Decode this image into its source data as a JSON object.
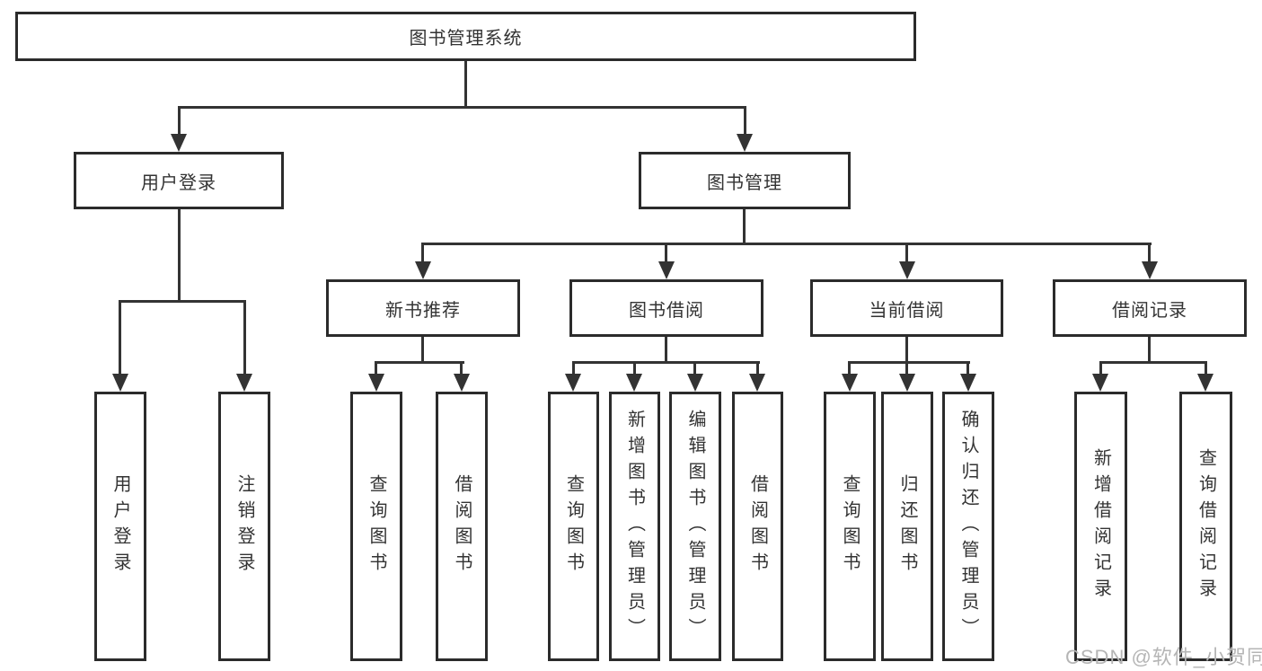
{
  "tree": {
    "root": "图书管理系统",
    "children": [
      {
        "label": "用户登录",
        "children": [
          "用户登录",
          "注销登录"
        ]
      },
      {
        "label": "图书管理",
        "children": [
          {
            "label": "新书推荐",
            "children": [
              "查询图书",
              "借阅图书"
            ]
          },
          {
            "label": "图书借阅",
            "children": [
              "查询图书",
              "新增图书（管理员）",
              "编辑图书（管理员）",
              "借阅图书"
            ]
          },
          {
            "label": "当前借阅",
            "children": [
              "查询图书",
              "归还图书",
              "确认归还（管理员）"
            ]
          },
          {
            "label": "借阅记录",
            "children": [
              "新增借阅记录",
              "查询借阅记录"
            ]
          }
        ]
      }
    ]
  },
  "watermark": {
    "text": "CSDN @软件_小贺同学",
    "color": "#b5b5b5"
  },
  "colors": {
    "background": "#ffffff",
    "box_border": "#2b2b2b",
    "connector_line": "#333333",
    "text": "#333333"
  }
}
